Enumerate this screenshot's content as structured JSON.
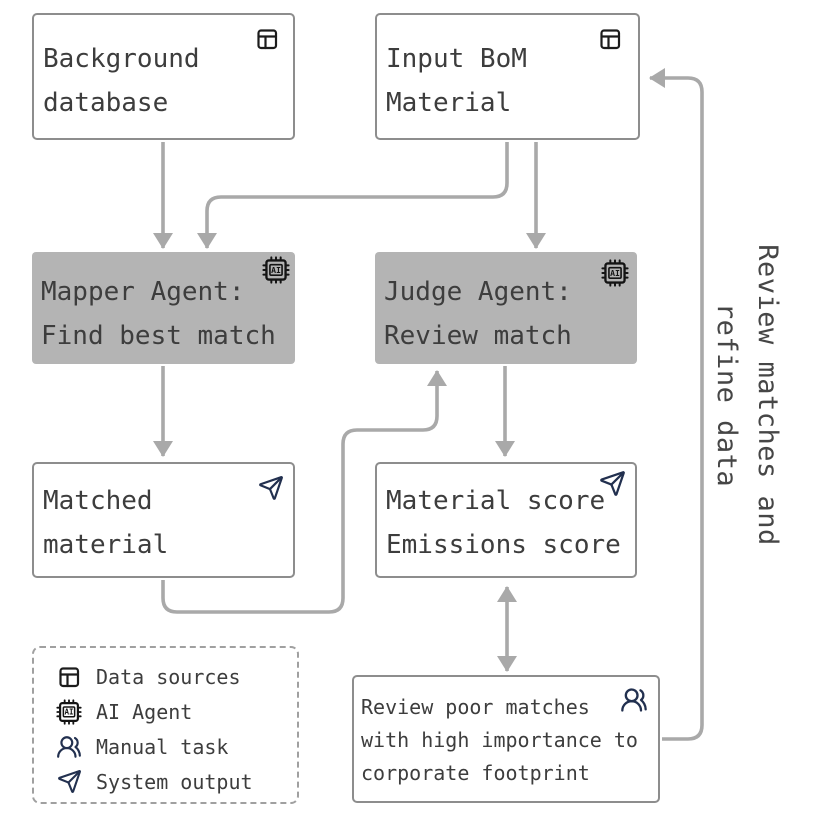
{
  "nodes": {
    "background_database": {
      "lines": [
        "Background",
        "database"
      ],
      "icon": "table-icon",
      "kind": "data-source"
    },
    "input_bom": {
      "lines": [
        "Input BoM",
        "Material"
      ],
      "icon": "table-icon",
      "kind": "data-source"
    },
    "mapper_agent": {
      "lines": [
        "Mapper Agent:",
        "Find best match"
      ],
      "icon": "ai-chip-icon",
      "kind": "ai-agent"
    },
    "judge_agent": {
      "lines": [
        "Judge Agent:",
        "Review match"
      ],
      "icon": "ai-chip-icon",
      "kind": "ai-agent"
    },
    "matched_material": {
      "lines": [
        "Matched",
        "material"
      ],
      "icon": "send-icon",
      "kind": "system-output"
    },
    "scores": {
      "lines": [
        "Material score",
        "Emissions score"
      ],
      "icon": "send-icon",
      "kind": "system-output"
    },
    "review_task": {
      "lines": [
        "Review poor matches",
        "with high importance to",
        "corporate footprint"
      ],
      "icon": "users-icon",
      "kind": "manual-task"
    }
  },
  "legend": {
    "items": [
      {
        "icon": "table-icon",
        "label": "Data sources"
      },
      {
        "icon": "ai-chip-icon",
        "label": "AI Agent"
      },
      {
        "icon": "users-icon",
        "label": "Manual task"
      },
      {
        "icon": "send-icon",
        "label": "System output"
      }
    ]
  },
  "feedback_label": {
    "line1": "Review matches and",
    "line2": "refine data"
  },
  "icons": {
    "ai_chip_text": "AI"
  },
  "colors": {
    "agent_box_fill": "#b4b4b4",
    "box_border": "#8d8d8d",
    "arrow": "#a9a9a9",
    "text": "#3d3d3d",
    "icon_dark": "#1c1c1c",
    "icon_navy": "#22304f"
  }
}
